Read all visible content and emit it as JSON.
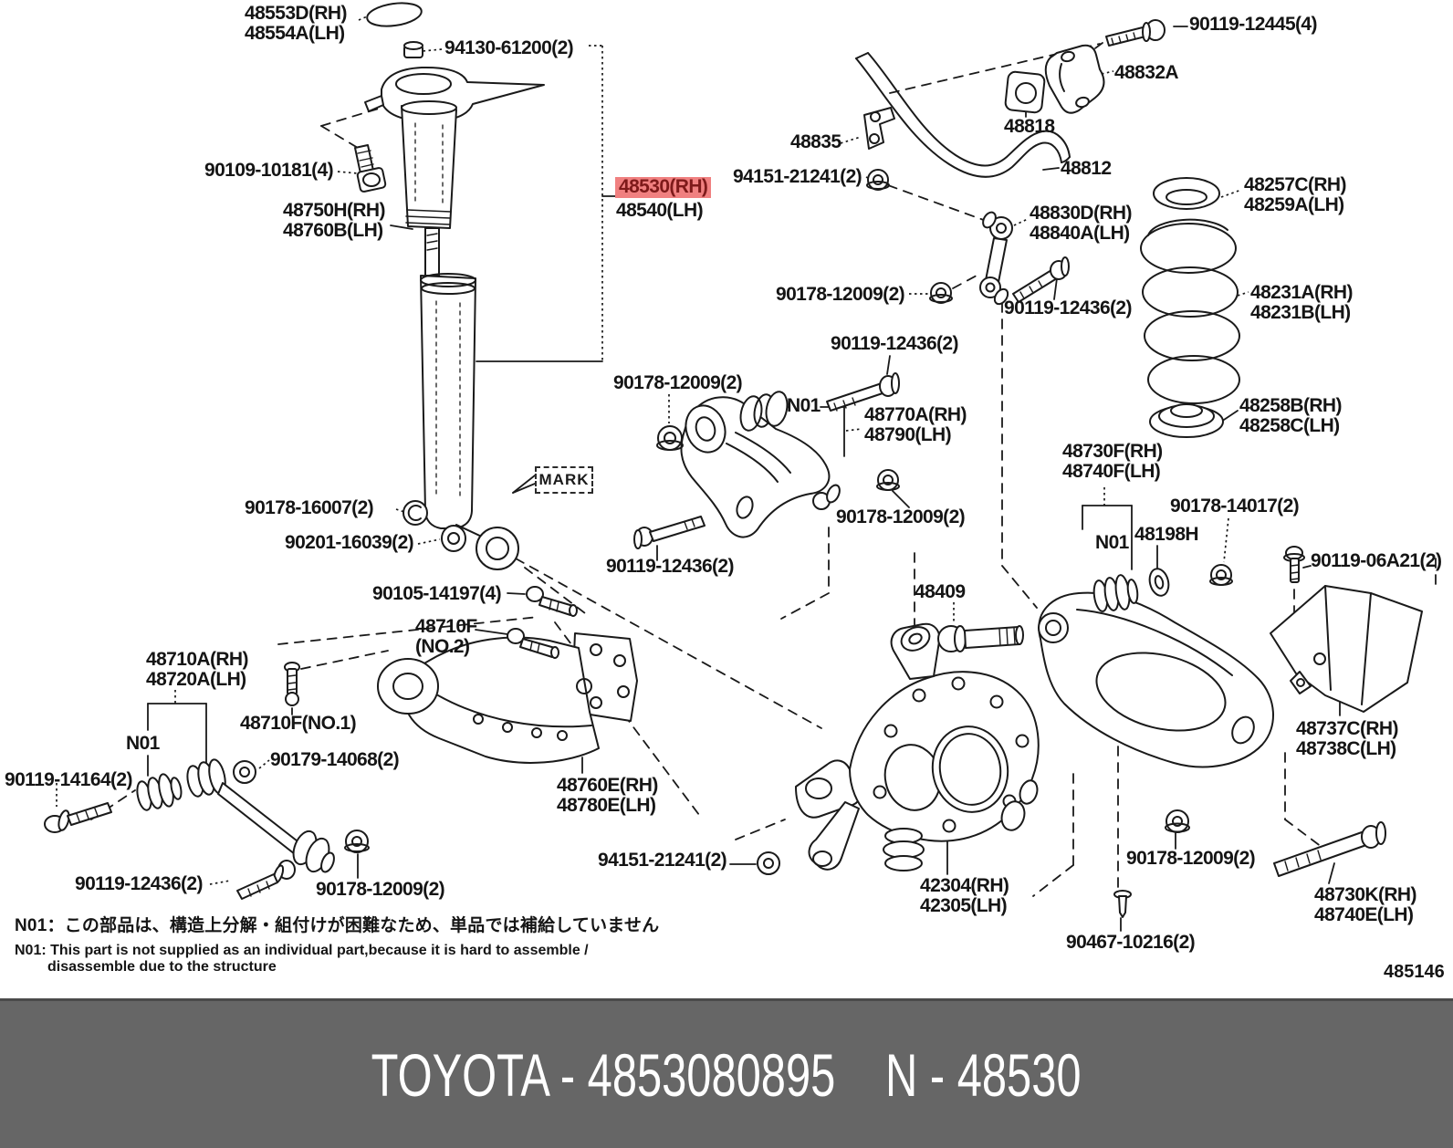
{
  "diagram": {
    "highlighted_part": "48530(RH)",
    "colors": {
      "line": "#1a1a1a",
      "highlight_bg": "#F08080",
      "highlight_text": "#7E1A1A",
      "banner_bg": "#666666",
      "banner_text": "#FFFFFF"
    },
    "labels": {
      "l48553": {
        "text": "48553D(RH)\n48554A(LH)"
      },
      "l94130": {
        "text": "94130-61200(2)"
      },
      "l90109": {
        "text": "90109-10181(4)"
      },
      "l48750": {
        "text": "48750H(RH)\n48760B(LH)"
      },
      "l48530": {
        "text": "48530(RH)"
      },
      "l48540": {
        "text": "48540(LH)"
      },
      "l48835": {
        "text": "48835"
      },
      "l94151_a": {
        "text": "94151-21241(2)"
      },
      "l90119_12445": {
        "text": "90119-12445(4)"
      },
      "l48832a": {
        "text": "48832A"
      },
      "l48818": {
        "text": "48818"
      },
      "l48812": {
        "text": "48812"
      },
      "l48830": {
        "text": "48830D(RH)\n48840A(LH)"
      },
      "l48257": {
        "text": "48257C(RH)\n48259A(LH)"
      },
      "l90178_12009_a": {
        "text": "90178-12009(2)"
      },
      "l90119_12436_a": {
        "text": "90119-12436(2)"
      },
      "l48231": {
        "text": "48231A(RH)\n48231B(LH)"
      },
      "l90119_12436_b": {
        "text": "90119-12436(2)"
      },
      "l90178_12009_b": {
        "text": "90178-12009(2)"
      },
      "n01_upper": {
        "text": "N01"
      },
      "l48770": {
        "text": "48770A(RH)\n48790(LH)"
      },
      "l48258": {
        "text": "48258B(RH)\n48258C(LH)"
      },
      "l48730f": {
        "text": "48730F(RH)\n48740F(LH)"
      },
      "l90178_12009_c": {
        "text": "90178-12009(2)"
      },
      "l90178_14017": {
        "text": "90178-14017(2)"
      },
      "l90178_16007": {
        "text": "90178-16007(2)"
      },
      "n01_right": {
        "text": "N01"
      },
      "l48198h": {
        "text": "48198H"
      },
      "l90201_16039": {
        "text": "90201-16039(2)"
      },
      "l90119_06a21": {
        "text": "90119-06A21(2)"
      },
      "l90119_12436_c": {
        "text": "90119-12436(2)"
      },
      "l48409": {
        "text": "48409"
      },
      "l90105_14197": {
        "text": "90105-14197(4)"
      },
      "l48710f_no2": {
        "text": "48710F\n(NO.2)"
      },
      "l48710a": {
        "text": "48710A(RH)\n48720A(LH)"
      },
      "l48710f_no1": {
        "text": "48710F(NO.1)"
      },
      "n01_left": {
        "text": "N01"
      },
      "l90179_14068": {
        "text": "90179-14068(2)"
      },
      "l90119_14164": {
        "text": "90119-14164(2)"
      },
      "l48760e": {
        "text": "48760E(RH)\n48780E(LH)"
      },
      "l48737c": {
        "text": "48737C(RH)\n48738C(LH)"
      },
      "l90119_12436_d": {
        "text": "90119-12436(2)"
      },
      "l90178_12009_d": {
        "text": "90178-12009(2)"
      },
      "l94151_b": {
        "text": "94151-21241(2)"
      },
      "l42304": {
        "text": "42304(RH)\n42305(LH)"
      },
      "l90178_12009_e": {
        "text": "90178-12009(2)"
      },
      "l90467_10216": {
        "text": "90467-10216(2)"
      },
      "l48730k": {
        "text": "48730K(RH)\n48740E(LH)"
      },
      "mark": {
        "text": "MARK"
      }
    },
    "notes": {
      "jp": "N01：この部品は、構造上分解・組付けが困難なため、単品では補給していません",
      "en1": "N01: This part is not supplied as an individual part,because it is hard to assemble /",
      "en2": "disassemble due to the structure"
    },
    "doc_number": "485146"
  },
  "banner": {
    "left_text": "TOYOTA - 4853080895",
    "right_text": "N - 48530"
  }
}
